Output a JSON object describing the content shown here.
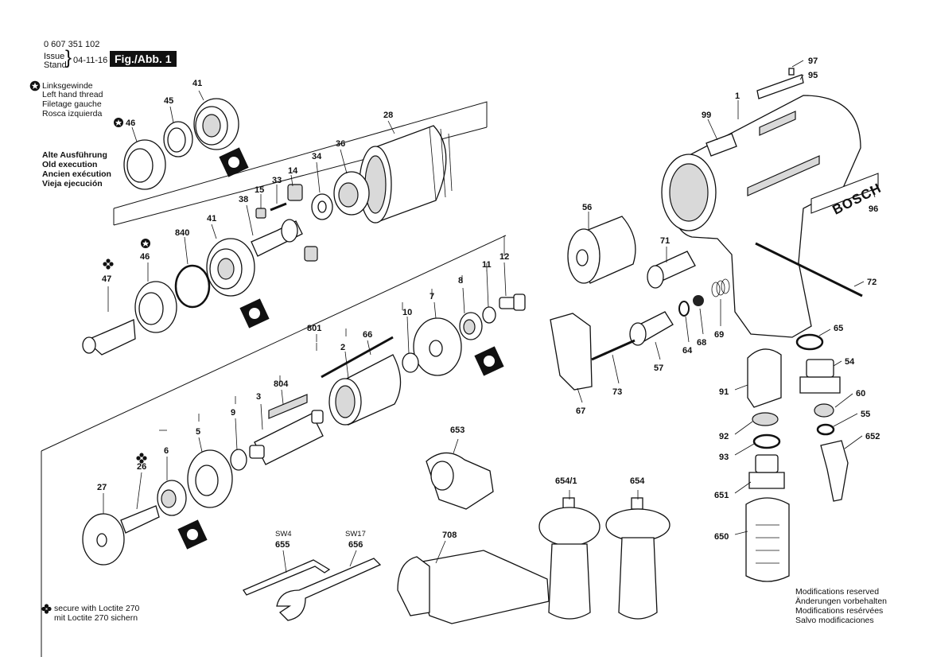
{
  "header": {
    "part_number": "0 607 351 102",
    "issue_label": "Issue",
    "stand_label": "Stand",
    "date": "04-11-16",
    "figure_label": "Fig./Abb. 1"
  },
  "notes": {
    "left_hand_thread": [
      "Linksgewinde",
      "Left hand thread",
      "Filetage gauche",
      "Rosca izquierda"
    ],
    "old_execution": [
      "Alte Ausführung",
      "Old execution",
      "Ancien exécution",
      "Vieja ejecución"
    ],
    "loctite": [
      "secure with Loctite 270",
      "mit Loctite 270 sichern"
    ],
    "modifications": [
      "Modifications reserved",
      "Änderungen vorbehalten",
      "Modifications resérvées",
      "Salvo modificaciones"
    ]
  },
  "icons": {
    "left_hand_thread": "left-hand-thread-icon",
    "loctite": "loctite-clover-icon"
  },
  "brand": "BOSCH",
  "tool_labels": {
    "sw4": "SW4",
    "sw17": "SW17"
  },
  "callouts": {
    "c1": "1",
    "c2": "2",
    "c3": "3",
    "c5": "5",
    "c6": "6",
    "c7": "7",
    "c8": "8",
    "c9": "9",
    "c10": "10",
    "c11": "11",
    "c12": "12",
    "c14": "14",
    "c15": "15",
    "c26": "26",
    "c27": "27",
    "c28": "28",
    "c33": "33",
    "c34": "34",
    "c36": "36",
    "c38": "38",
    "c41a": "41",
    "c41b": "41",
    "c45": "45",
    "c46a": "46",
    "c46b": "46",
    "c47": "47",
    "c54": "54",
    "c55": "55",
    "c56": "56",
    "c57": "57",
    "c60": "60",
    "c64": "64",
    "c65": "65",
    "c66": "66",
    "c67": "67",
    "c68": "68",
    "c69": "69",
    "c71": "71",
    "c72": "72",
    "c73": "73",
    "c91": "91",
    "c92": "92",
    "c93": "93",
    "c95": "95",
    "c96": "96",
    "c97": "97",
    "c99": "99",
    "c650": "650",
    "c651": "651",
    "c652": "652",
    "c653": "653",
    "c654": "654",
    "c6541": "654/1",
    "c655": "655",
    "c656": "656",
    "c708": "708",
    "c801": "801",
    "c804": "804",
    "c840": "840"
  }
}
